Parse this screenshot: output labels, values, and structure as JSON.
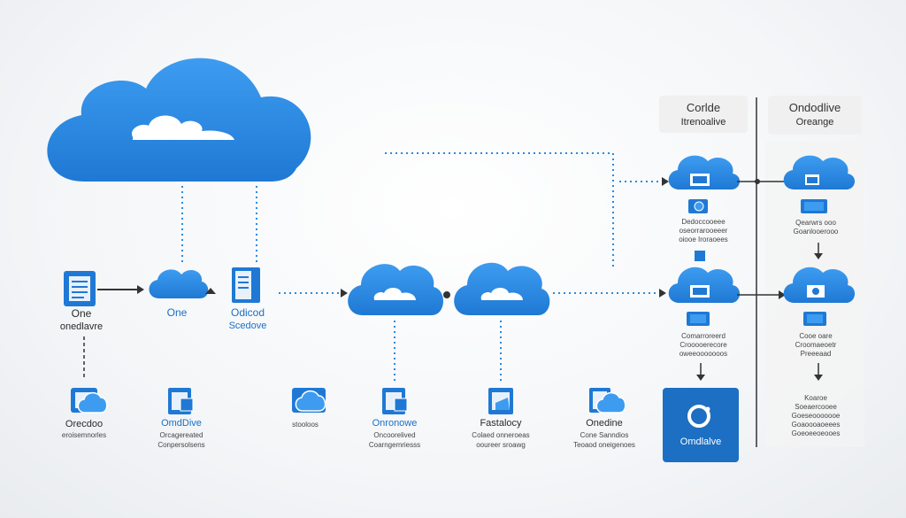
{
  "colors": {
    "cloud": "#2b8be0",
    "cloud_dark": "#1c6fc2",
    "panel_bg": "#f2f2f2",
    "line": "#3a3a3a",
    "dots": "#2b8be0"
  },
  "top_cloud": {
    "icon": "large-cloud-icon"
  },
  "left_column": {
    "doc_label_1": "One",
    "doc_label_2": "onedlavre",
    "bottom_label_1": "Orecdoo",
    "bottom_label_2": "eroisemnorles"
  },
  "middle_nodes": {
    "cloud_label": "One",
    "doc_label_1": "Odicod",
    "doc_label_2": "Scedove"
  },
  "bottom_row": [
    {
      "label_1": "OmdDive",
      "label_2": "Orcagereated",
      "label_3": "Conpersolsens"
    },
    {
      "label_1": "stooloos",
      "label_2": "",
      "label_3": ""
    },
    {
      "label_1": "Onronowe",
      "label_2": "Oncoorelived",
      "label_3": "Coarngemriesss"
    },
    {
      "label_1": "Fastalocy",
      "label_2": "Colaed onneroeas",
      "label_3": "ooureer sroawg"
    },
    {
      "label_1": "Onedine",
      "label_2": "Cone Sanndios",
      "label_3": "Teoaod oneigenoes"
    }
  ],
  "panel_left": {
    "title_1": "Corlde",
    "title_2": "Itrenoalive",
    "caption_1": [
      "Dedoccooeee",
      "oseorrarooeeer",
      "oiooe Iroraoees"
    ],
    "caption_2": [
      "Comarroreerd",
      "Crooooerecore",
      "oweeooooooos"
    ]
  },
  "panel_right": {
    "title_1": "Ondodlive",
    "title_2": "Oreange",
    "caption_1": [
      "Qearwrs ooo",
      "Goanlooerooo"
    ],
    "caption_2": [
      "Cooe oare",
      "Croomaeoetr",
      "Preeeaad"
    ],
    "caption_3": [
      "Koaroe",
      "Soeaercooee",
      "Goeseooooooe",
      "Goaoooaoeees",
      "Goeoeeoeooes"
    ]
  },
  "onedrive_tile": {
    "label": "Omdlalve"
  }
}
